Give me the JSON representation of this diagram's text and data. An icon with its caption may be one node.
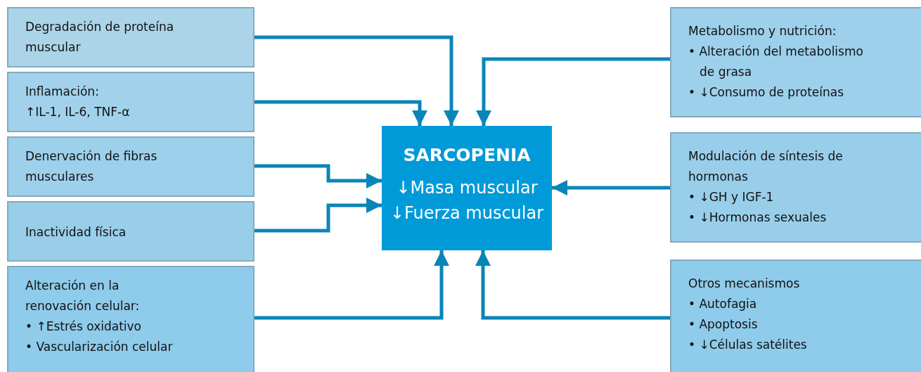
{
  "diagram": {
    "nodes": [
      {
        "text": [
          "Degradación de proteína muscular"
        ]
      },
      {
        "text": [
          "Inflamación:",
          "↑IL-1, IL-6, TNF-α"
        ]
      },
      {
        "text": [
          "Denervación de fibras musculares"
        ]
      },
      {
        "text": [
          "Inactividad física"
        ]
      },
      {
        "text": [
          "Alteración en la renovación celular:",
          "• ↑Estrés oxidativo",
          "• Vascularización celular"
        ]
      },
      {
        "text": [
          "SARCOPENIA",
          "↓Masa muscular",
          "↓Fuerza muscular"
        ]
      },
      {
        "text": [
          "Metabolismo y nutrición:",
          "• Alteración del metabolismo de grasa",
          "• ↓Consumo de proteínas"
        ]
      },
      {
        "text": [
          "Modulación de síntesis de hormonas",
          "• ↓GH y IGF-1",
          "• ↓Hormonas sexuales"
        ]
      },
      {
        "text": [
          "Otros mecanismos",
          "• Autofagia",
          "• Apoptosis",
          "• ↓Células satélites"
        ]
      }
    ],
    "edges": [
      {
        "from": 0,
        "to": 5,
        "arrow": "to"
      },
      {
        "from": 1,
        "to": 5,
        "arrow": "to"
      },
      {
        "from": 2,
        "to": 5,
        "arrow": "to"
      },
      {
        "from": 3,
        "to": 5,
        "arrow": "to"
      },
      {
        "from": 4,
        "to": 5,
        "arrow": "to"
      },
      {
        "from": 6,
        "to": 5,
        "arrow": "to"
      },
      {
        "from": 7,
        "to": 5,
        "arrow": "to"
      },
      {
        "from": 8,
        "to": 5,
        "arrow": "to"
      }
    ]
  }
}
